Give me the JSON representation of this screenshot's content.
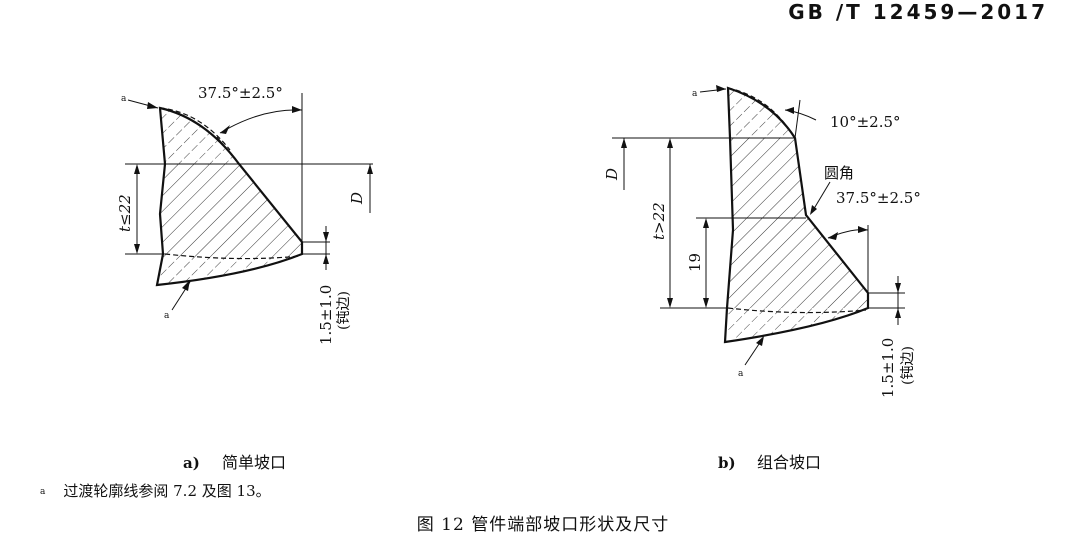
{
  "header": {
    "standard_code": "GB /T 12459—2017"
  },
  "figure_a": {
    "angle": "37.5°±2.5°",
    "t_label": "t≤22",
    "D_label": "D",
    "root_face": "1.5±1.0",
    "root_face_note": "(钝边)",
    "transition_mark": "a",
    "caption_letter": "a)",
    "caption_text": "简单坡口"
  },
  "figure_b": {
    "angle_top": "10°±2.5°",
    "fillet_label": "圆角",
    "angle_bottom": "37.5°±2.5°",
    "t_label": "t>22",
    "D_label": "D",
    "dim_19": "19",
    "root_face": "1.5±1.0",
    "root_face_note": "(钝边)",
    "transition_mark": "a",
    "caption_letter": "b)",
    "caption_text": "组合坡口"
  },
  "footnote": {
    "mark": "a",
    "text": "过渡轮廓线参阅 7.2 及图 13。"
  },
  "figure_title": "图 12   管件端部坡口形状及尺寸"
}
